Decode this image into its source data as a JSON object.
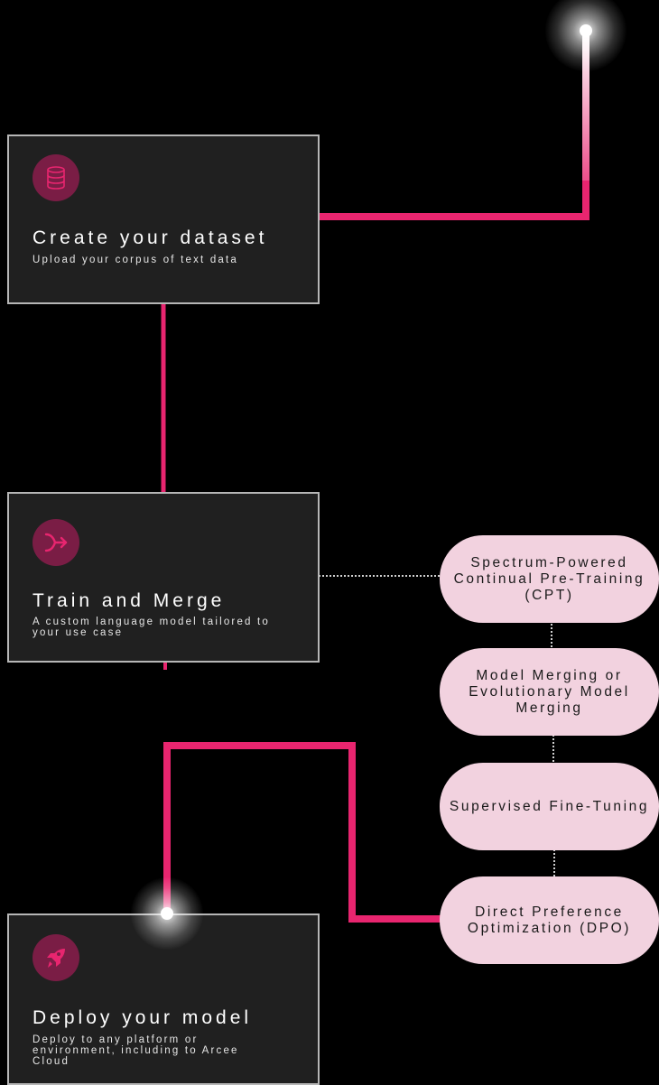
{
  "colors": {
    "background": "#000000",
    "card_bg": "#202020",
    "card_border": "#b6b6b6",
    "accent": "#e8256f",
    "icon_bg": "#7a1d45",
    "pill_bg": "#f2d2df"
  },
  "steps": [
    {
      "icon": "database-icon",
      "title": "Create your dataset",
      "description": "Upload your corpus of text data"
    },
    {
      "icon": "merge-arrow-icon",
      "title": "Train and Merge",
      "description": "A custom language model tailored to your use case"
    },
    {
      "icon": "rocket-icon",
      "title": "Deploy your model",
      "description": "Deploy to any platform or environment, including to Arcee Cloud"
    }
  ],
  "methods": [
    "Spectrum-Powered Continual Pre-Training (CPT)",
    "Model Merging or Evolutionary Model Merging",
    "Supervised Fine-Tuning",
    "Direct Preference Optimization (DPO)"
  ]
}
